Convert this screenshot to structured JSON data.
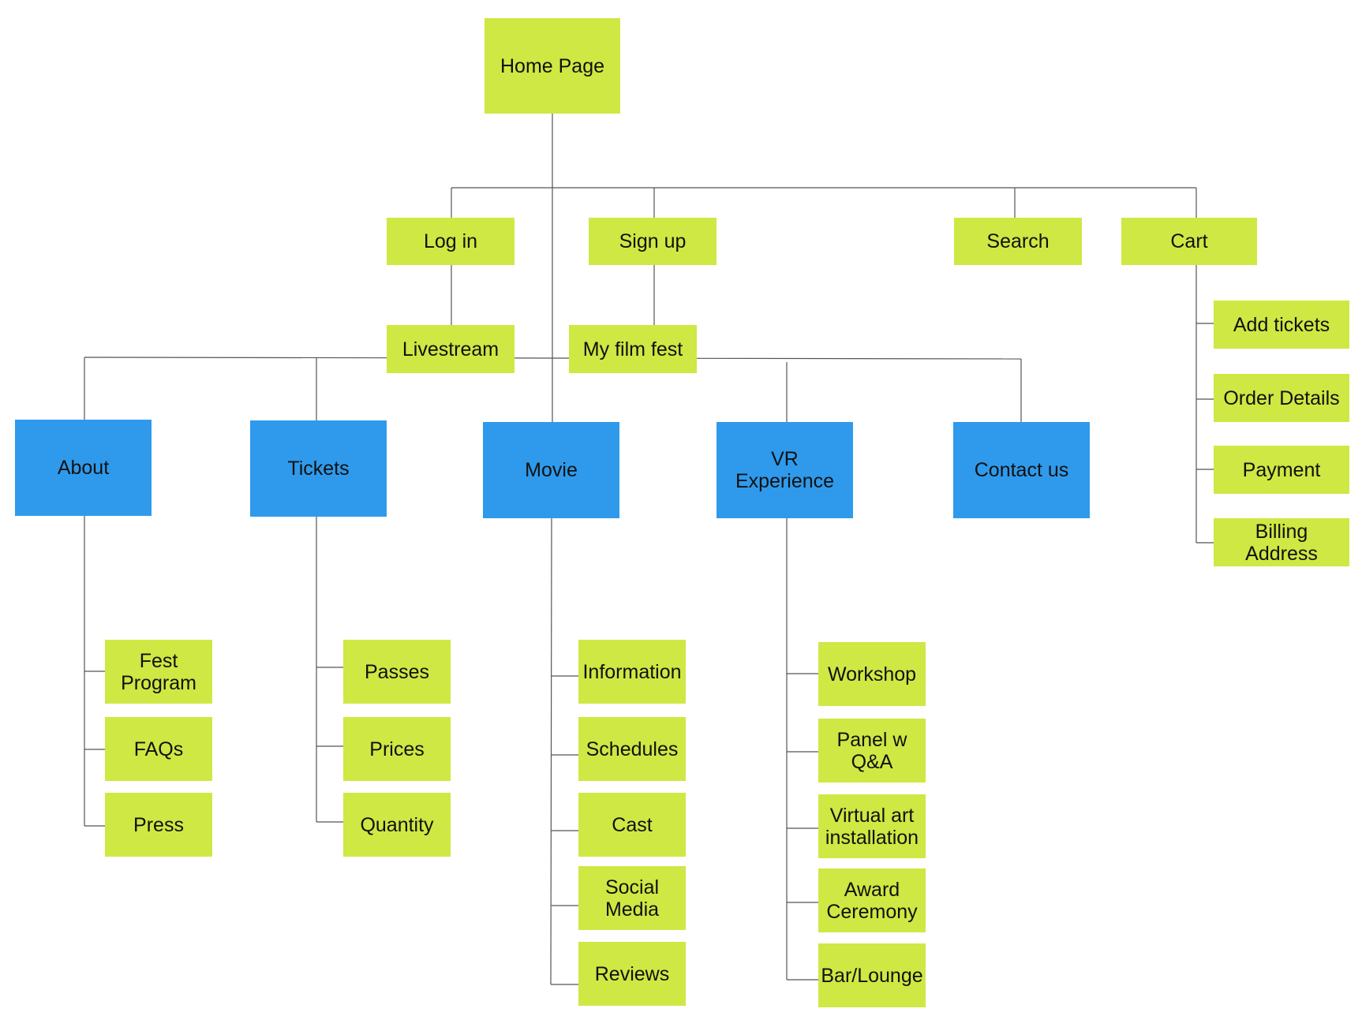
{
  "colors": {
    "page_node": "#cfe843",
    "section_node": "#2f9aeb",
    "connector": "#555555"
  },
  "home": "Home Page",
  "top_level": {
    "login": "Log in",
    "signup": "Sign up",
    "search": "Search",
    "cart": "Cart"
  },
  "second_level": {
    "livestream": "Livestream",
    "myfilmfest": "My film fest"
  },
  "sections": {
    "about": "About",
    "tickets": "Tickets",
    "movie": "Movie",
    "vr": "VR\nExperience",
    "contact": "Contact us"
  },
  "cart_items": [
    "Add tickets",
    "Order Details",
    "Payment",
    "Billing\nAddress"
  ],
  "about_items": [
    "Fest\nProgram",
    "FAQs",
    "Press"
  ],
  "tickets_items": [
    "Passes",
    "Prices",
    "Quantity"
  ],
  "movie_items": [
    "Information",
    "Schedules",
    "Cast",
    "Social\nMedia",
    "Reviews"
  ],
  "vr_items": [
    "Workshop",
    "Panel w\nQ&A",
    "Virtual art\ninstallation",
    "Award\nCeremony",
    "Bar/Lounge"
  ]
}
